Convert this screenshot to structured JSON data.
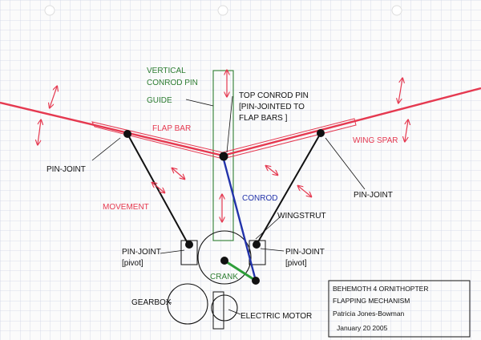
{
  "labels": {
    "vertical_guide": [
      "VERTICAL",
      "CONROD PIN",
      "GUIDE"
    ],
    "top_conrod_pin": [
      "TOP CONROD PIN",
      "[PIN-JOINTED TO",
      "FLAP BARS ]"
    ],
    "flap_bar": "FLAP BAR",
    "wing_spar": "WING SPAR",
    "pin_joint_left": "PIN-JOINT",
    "pin_joint_right": "PIN-JOINT",
    "movement": "MOVEMENT",
    "conrod": "CONROD",
    "wingstrut": "WINGSTRUT",
    "pivot_left": [
      "PIN-JOINT",
      "[pivot]"
    ],
    "pivot_right": [
      "PIN-JOINT",
      "[pivot]"
    ],
    "crank": "CRANK",
    "gearbox": "GEARBOX",
    "motor": "ELECTRIC MOTOR"
  },
  "title_block": {
    "line1": "BEHEMOTH 4 ORNITHOPTER",
    "line2": "FLAPPING MECHANISM",
    "line3": "Patricia Jones-Bowman",
    "line4": "January 20 2005"
  },
  "colors": {
    "grid": "#cfd3e6",
    "wing": "#e53950",
    "guide": "#2e7d32",
    "conrod": "#2233aa",
    "crank": "#2e9e3a",
    "strut": "#111111"
  }
}
